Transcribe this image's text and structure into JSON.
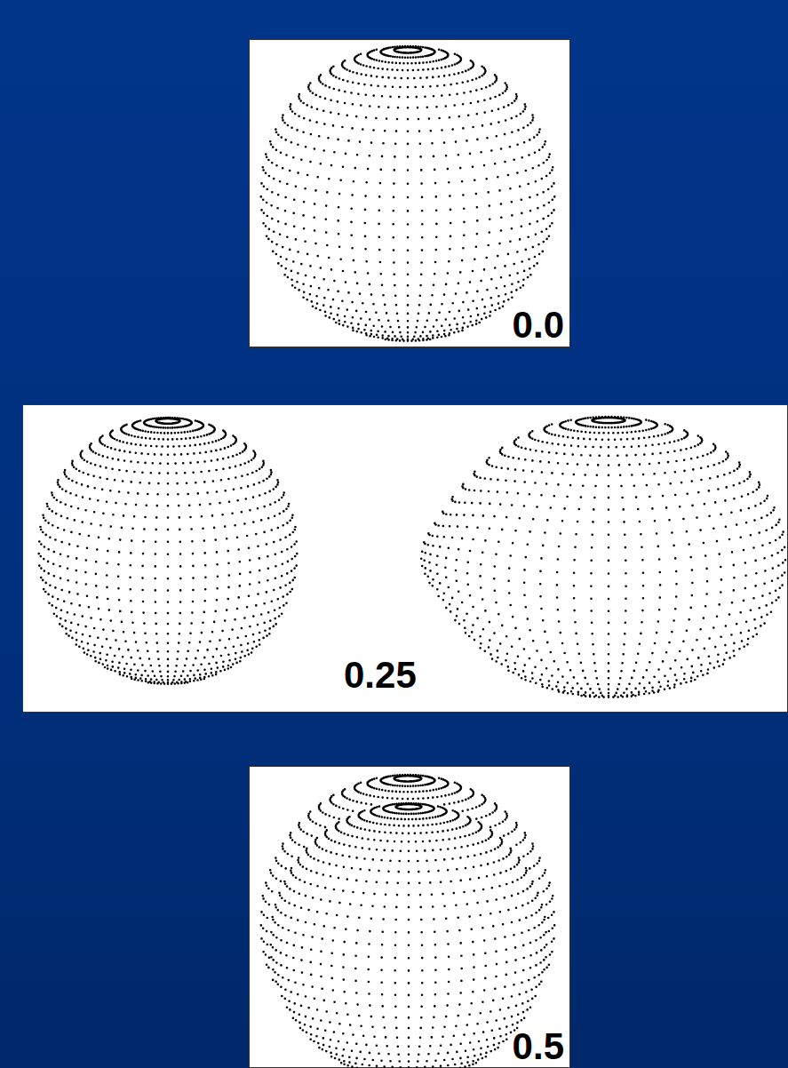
{
  "diagram": {
    "nodes": [
      {
        "text": [
          "0.0"
        ]
      },
      {
        "text": [
          "0.25"
        ]
      },
      {
        "text": [
          "0.5"
        ]
      }
    ]
  }
}
